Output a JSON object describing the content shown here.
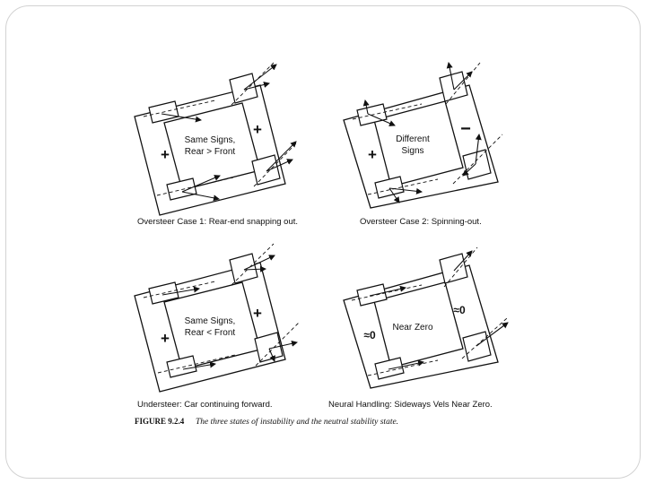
{
  "panels": [
    {
      "center_text": [
        "Same Signs,",
        "Rear > Front"
      ],
      "left_sign": "+",
      "right_sign": "+",
      "caption": "Oversteer Case 1: Rear-end snapping out."
    },
    {
      "center_text": [
        "Different",
        "Signs"
      ],
      "left_sign": "+",
      "right_sign": "−",
      "caption": "Oversteer Case 2: Spinning-out."
    },
    {
      "center_text": [
        "Same Signs,",
        "Rear < Front"
      ],
      "left_sign": "+",
      "right_sign": "+",
      "caption": "Understeer: Car continuing forward."
    },
    {
      "center_text": [
        "Near Zero"
      ],
      "left_sign": "≈0",
      "right_sign": "≈0",
      "caption": "Neural Handling: Sideways Vels Near Zero."
    }
  ],
  "figure_caption": {
    "label": "FIGURE 9.2.4",
    "text": "The three states of instability and the neutral stability state."
  }
}
